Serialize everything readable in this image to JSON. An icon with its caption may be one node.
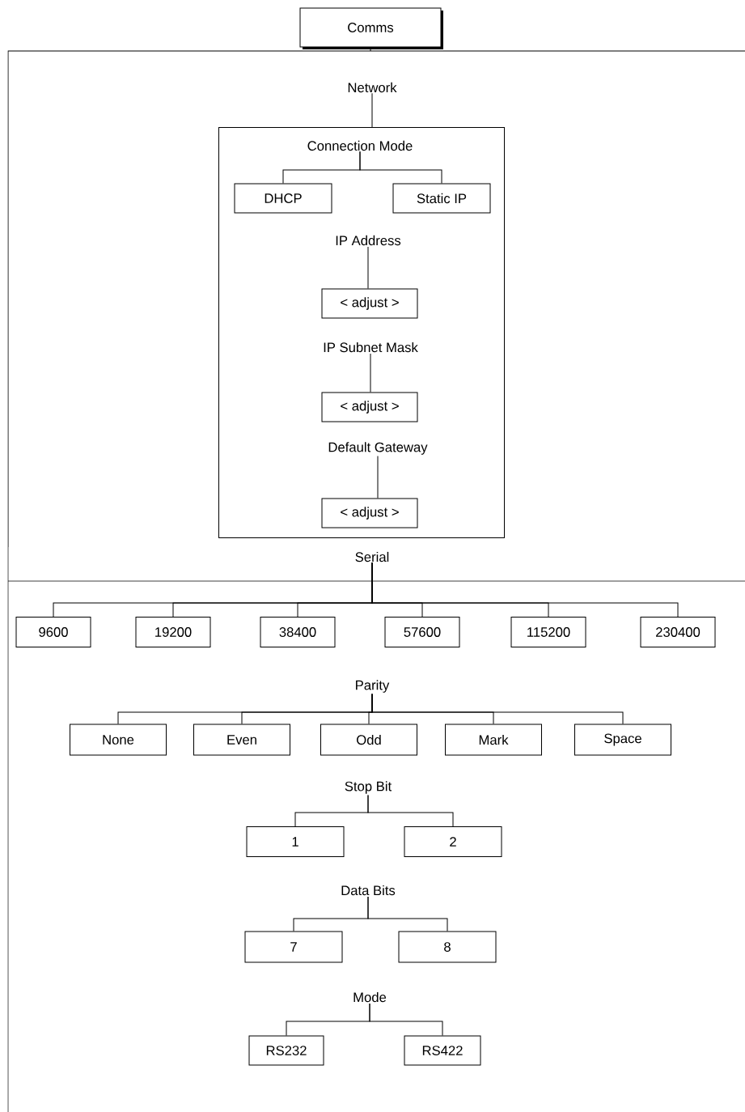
{
  "diagram": {
    "nodes": [
      {
        "text": [
          "Comms"
        ]
      },
      {
        "text": [
          "Network"
        ]
      },
      {
        "text": [
          "Connection Mode"
        ],
        "in": 1
      },
      {
        "text": [
          "DHCP"
        ],
        "in": 2
      },
      {
        "text": [
          "Static IP"
        ],
        "in": 2
      },
      {
        "text": [
          "IP Address"
        ],
        "in": 2
      },
      {
        "text": [
          "< adjust >"
        ],
        "in": 2
      },
      {
        "text": [
          "IP Subnet Mask"
        ],
        "in": 2
      },
      {
        "text": [
          "< adjust >"
        ],
        "in": 2
      },
      {
        "text": [
          "Default Gateway"
        ],
        "in": 2
      },
      {
        "text": [
          "< adjust >"
        ],
        "in": 2
      },
      {
        "text": [
          "Serial"
        ]
      },
      {
        "text": [
          "9600"
        ],
        "in": 11
      },
      {
        "text": [
          "19200"
        ],
        "in": 11
      },
      {
        "text": [
          "38400"
        ],
        "in": 11
      },
      {
        "text": [
          "57600"
        ],
        "in": 11
      },
      {
        "text": [
          "115200"
        ],
        "in": 11
      },
      {
        "text": [
          "230400"
        ],
        "in": 11
      },
      {
        "text": [
          "Parity"
        ],
        "in": 11
      },
      {
        "text": [
          "None"
        ],
        "in": 11
      },
      {
        "text": [
          "Even"
        ],
        "in": 11
      },
      {
        "text": [
          "Odd"
        ],
        "in": 11
      },
      {
        "text": [
          "Mark"
        ],
        "in": 11
      },
      {
        "text": [
          "Space"
        ],
        "in": 11
      },
      {
        "text": [
          "Stop Bit"
        ],
        "in": 11
      },
      {
        "text": [
          "1"
        ],
        "in": 11
      },
      {
        "text": [
          "2"
        ],
        "in": 11
      },
      {
        "text": [
          "Data Bits"
        ],
        "in": 11
      },
      {
        "text": [
          "7"
        ],
        "in": 11
      },
      {
        "text": [
          "8"
        ],
        "in": 11
      },
      {
        "text": [
          "Mode"
        ],
        "in": 11
      },
      {
        "text": [
          "RS232"
        ],
        "in": 11
      },
      {
        "text": [
          "RS422"
        ],
        "in": 11
      }
    ],
    "edges": [
      {
        "from": 0,
        "to": 1,
        "arrow": "none"
      },
      {
        "from": 1,
        "to": 2,
        "arrow": "none"
      },
      {
        "from": 2,
        "to": 3,
        "arrow": "none"
      },
      {
        "from": 2,
        "to": 4,
        "arrow": "none"
      },
      {
        "from": 5,
        "to": 6,
        "arrow": "none"
      },
      {
        "from": 7,
        "to": 8,
        "arrow": "none"
      },
      {
        "from": 9,
        "to": 10,
        "arrow": "none"
      },
      {
        "from": 11,
        "to": 12,
        "arrow": "none"
      },
      {
        "from": 11,
        "to": 13,
        "arrow": "none"
      },
      {
        "from": 11,
        "to": 14,
        "arrow": "none"
      },
      {
        "from": 11,
        "to": 15,
        "arrow": "none"
      },
      {
        "from": 11,
        "to": 16,
        "arrow": "none"
      },
      {
        "from": 11,
        "to": 17,
        "arrow": "none"
      },
      {
        "from": 18,
        "to": 19,
        "arrow": "none"
      },
      {
        "from": 18,
        "to": 20,
        "arrow": "none"
      },
      {
        "from": 18,
        "to": 21,
        "arrow": "none"
      },
      {
        "from": 18,
        "to": 22,
        "arrow": "none"
      },
      {
        "from": 18,
        "to": 23,
        "arrow": "none"
      },
      {
        "from": 24,
        "to": 25,
        "arrow": "none"
      },
      {
        "from": 24,
        "to": 26,
        "arrow": "none"
      },
      {
        "from": 27,
        "to": 28,
        "arrow": "none"
      },
      {
        "from": 27,
        "to": 29,
        "arrow": "none"
      },
      {
        "from": 30,
        "to": 31,
        "arrow": "none"
      },
      {
        "from": 30,
        "to": 32,
        "arrow": "none"
      }
    ]
  }
}
